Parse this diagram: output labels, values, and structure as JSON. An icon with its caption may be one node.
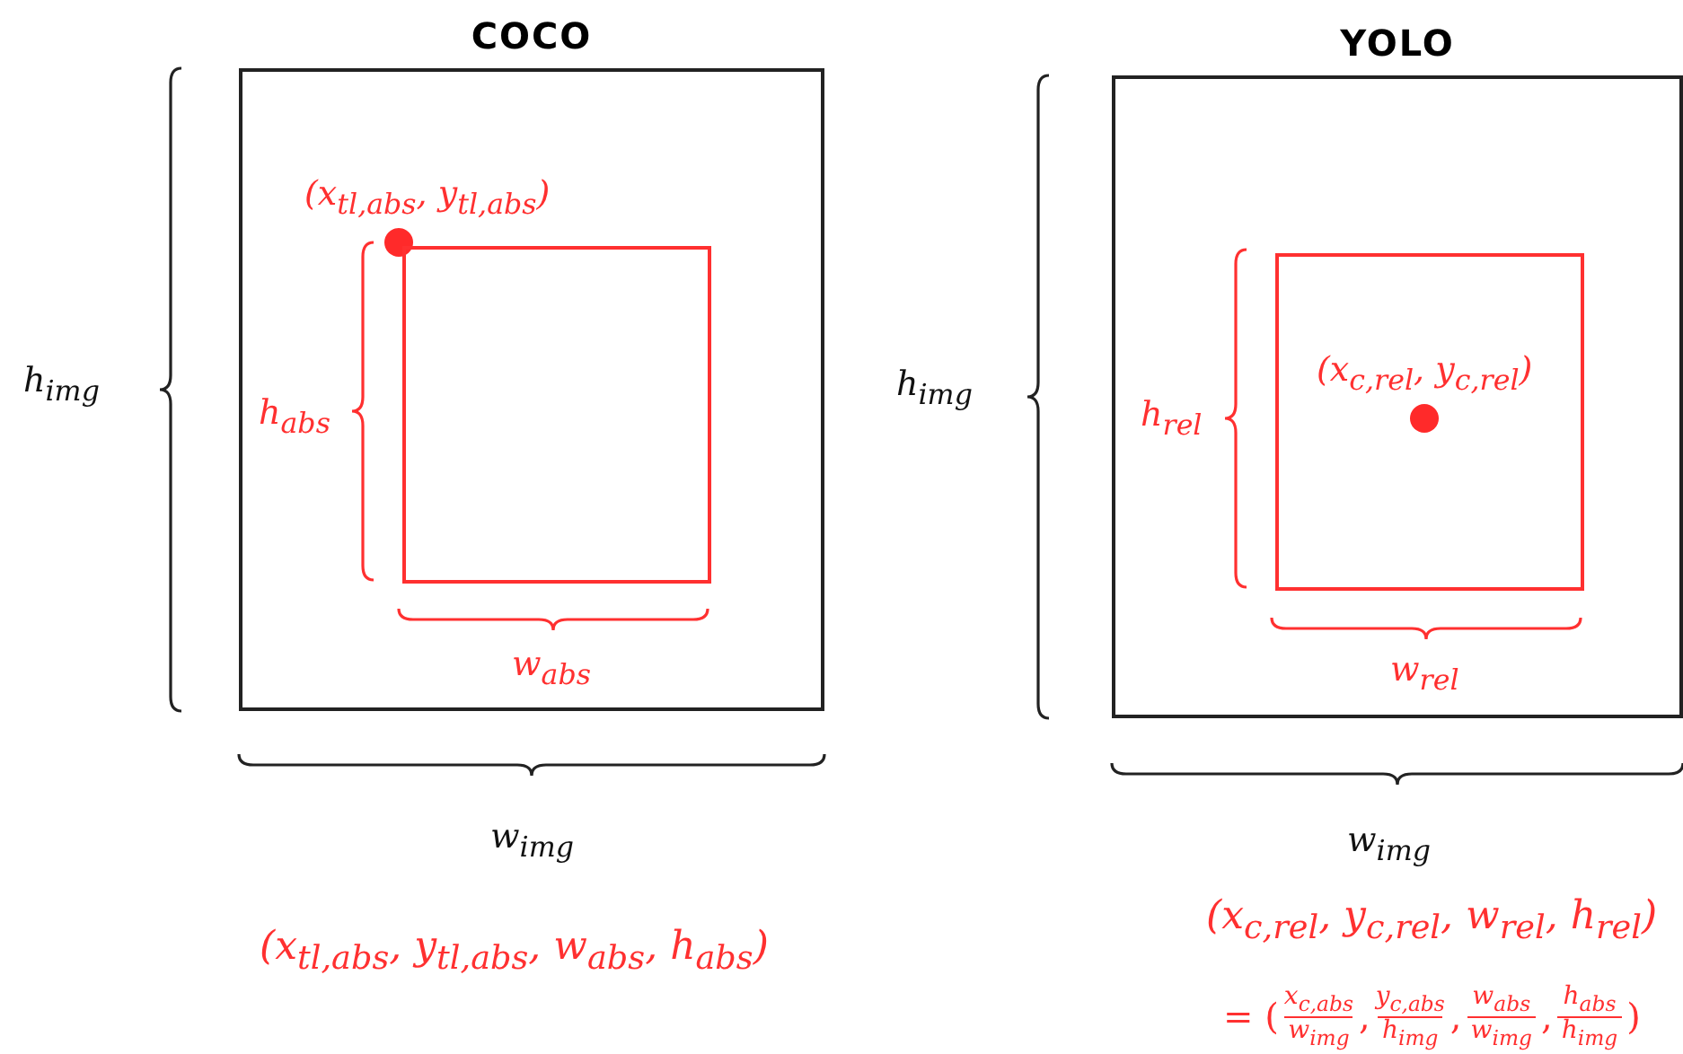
{
  "diagram": {
    "nodes": [
      {
        "text": [
          "COCO"
        ]
      },
      {
        "text": [],
        "shape": "box",
        "in": 0
      },
      {
        "text": [
          "YOLO"
        ]
      },
      {
        "text": [],
        "shape": "box",
        "in": 2
      }
    ],
    "edges": [],
    "labels": [
      "h$_{img}$",
      "(x$_{tl,abs}$, y$_{tl,abs}$)",
      "h$_{abs}$",
      "w$_{abs}$",
      "h$_{img}$",
      "(x$_{c,rel}$, y$_{c,rel}$)",
      "h$_{rel}$",
      "w$_{rel}$",
      "w$_{img}$",
      "w$_{img}$",
      "(x$_{tl,abs}$, y$_{tl,abs}$, w$_{abs}$, h$_{abs}$)",
      "(x$_{c,rel}$, y$_{c,rel}$, w$_{rel}$, h$_{rel}$)",
      "= (",
      "x$_{c,abs}$",
      "w$_{img}$",
      ",",
      "y$_{c,abs}$",
      "h$_{img}$",
      ",",
      "w$_{abs}$",
      "w$_{img}$",
      ",",
      "h$_{abs}$",
      "h$_{img}$",
      ")"
    ]
  }
}
